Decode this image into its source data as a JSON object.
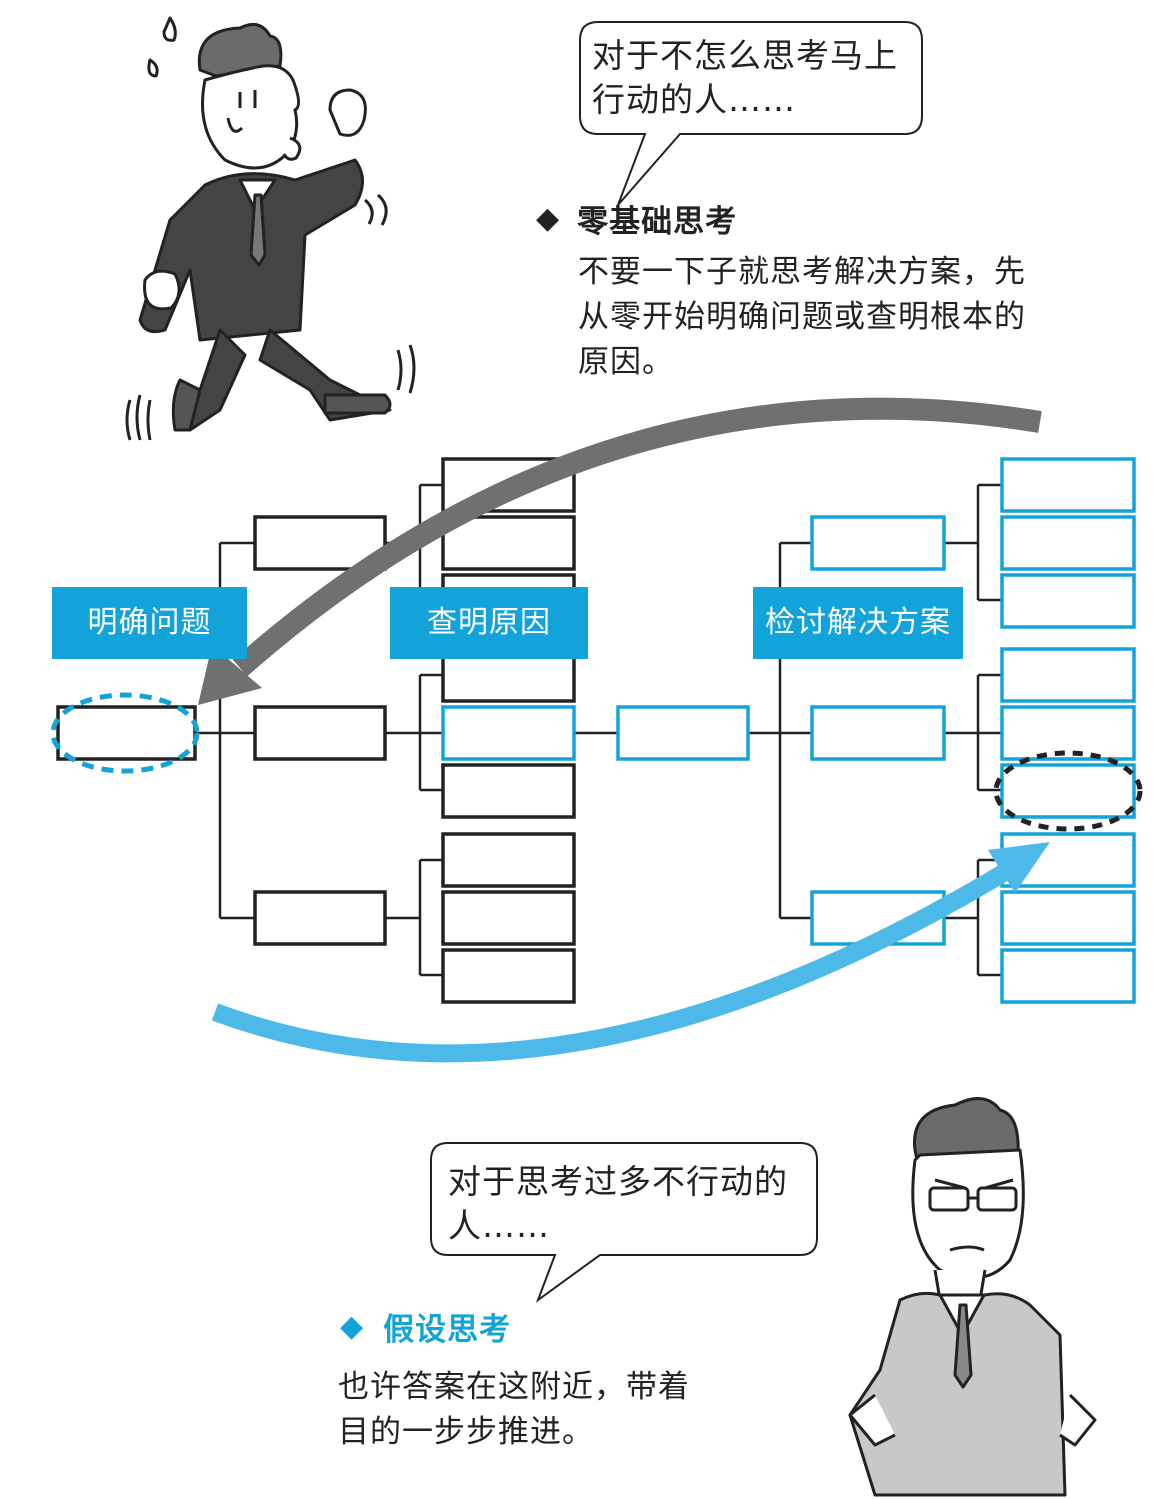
{
  "top_section": {
    "bubble_text": "对于不怎么思考马上行动的人……",
    "method_title": "零基础思考",
    "method_desc": "不要一下子就思考解决方案，先从零开始明确问题或查明根本的原因。"
  },
  "diagram": {
    "stages": [
      "明确问题",
      "查明原因",
      "检讨解决方案"
    ]
  },
  "bottom_section": {
    "bubble_text": "对于思考过多不行动的人……",
    "method_title": "假设思考",
    "method_desc": "也许答案在这附近，带着目的一步步推进。"
  },
  "colors": {
    "accent_blue": "#12a3db",
    "arrow_gray": "#707070",
    "black": "#222222"
  }
}
